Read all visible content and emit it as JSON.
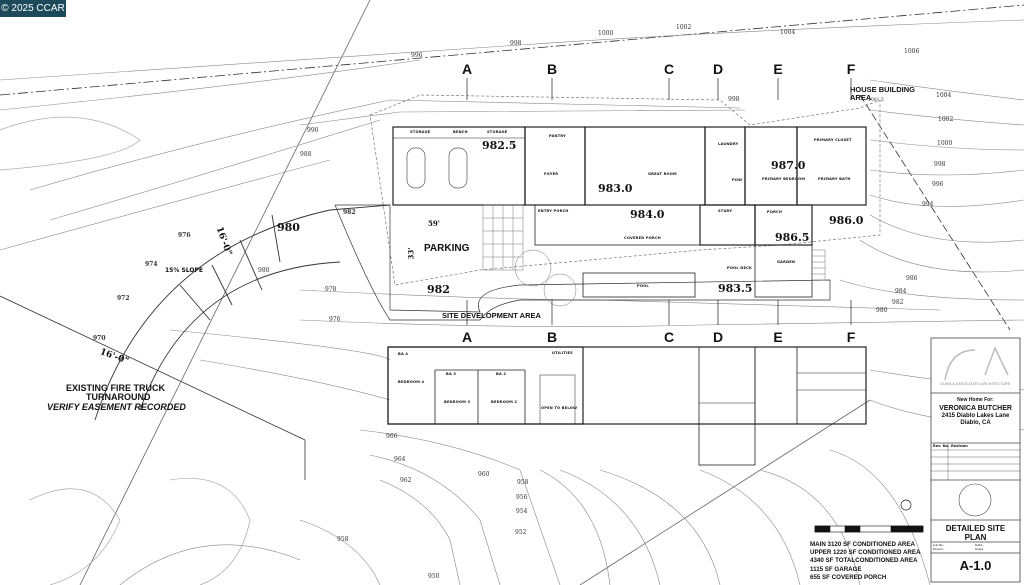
{
  "badge": "© 2025 CCAR",
  "grid_markers": [
    "A",
    "B",
    "C",
    "D",
    "E",
    "F"
  ],
  "site_labels": {
    "house_building_area_line1": "HOUSE BUILDING",
    "house_building_area_line2": "AREA",
    "site_development_area": "SITE DEVELOPMENT AREA",
    "parking": "PARKING",
    "parking_width": "59'",
    "parking_depth": "33'",
    "slope": "15% SLOPE",
    "width_upper": "16'-0\"",
    "width_lower": "16'-0\"",
    "fire_truck_line1": "EXISTING FIRE TRUCK",
    "fire_truck_line2": "TURNAROUND",
    "fire_truck_line3": "VERIFY EASEMENT RECORDED"
  },
  "elevations": {
    "garage": "982.5",
    "great_room": "983.0",
    "covered_porch": "984.0",
    "primary_bedroom": "987.0",
    "east_yard": "986.0",
    "porch": "986.5",
    "pool_deck": "983.5",
    "parking": "982",
    "driveway": "980",
    "top_right": "1001.5"
  },
  "main_floor_rooms": {
    "storage_1": "STORAGE",
    "bench": "BENCH",
    "storage_2": "STORAGE",
    "pantry": "PANTRY",
    "foyer": "FOYER",
    "great_room": "GREAT ROOM",
    "laundry": "LAUNDRY",
    "powder": "POW",
    "primary_closet": "PRIMARY CLOSET",
    "primary_bedroom": "PRIMARY BEDROOM",
    "primary_bath": "PRIMARY BATH",
    "entry_porch": "ENTRY PORCH",
    "covered_porch": "COVERED PORCH",
    "study": "STUDY",
    "porch": "PORCH",
    "pool_deck": "POOL DECK",
    "pool": "POOL",
    "garden": "GARDEN"
  },
  "upper_floor_rooms": {
    "ba4": "BA 4",
    "bedroom4": "BEDROOM 4",
    "ba3": "BA 3",
    "bedroom3": "BEDROOM 3",
    "ba2": "BA 2",
    "bedroom2": "BEDROOM 2",
    "utilities": "UTILITIES",
    "open_to_below": "OPEN TO BELOW"
  },
  "contour_labels": [
    "996",
    "998",
    "1000",
    "1002",
    "1004",
    "1006",
    "1004",
    "1002",
    "1000",
    "998",
    "996",
    "994",
    "990",
    "988",
    "986",
    "984",
    "982",
    "980",
    "978",
    "976",
    "974",
    "972",
    "970",
    "980",
    "978",
    "976",
    "982",
    "966",
    "964",
    "962",
    "960",
    "958",
    "956",
    "954",
    "952",
    "958",
    "950",
    "998"
  ],
  "title_block": {
    "firm": "GUNN & ASSOCIATES ARCHITECTURE",
    "new_home_for": "New Home For:",
    "client": "VERONICA BUTCHER",
    "address": "2415 Diablo Lakes Lane",
    "city": "Diablo, CA",
    "rev_no": "Rev. No.",
    "revision": "Revision",
    "sheet_title_line1": "DETAILED SITE",
    "sheet_title_line2": "PLAN",
    "job_no_label": "Job No.:",
    "drawn_label": "Drawn:",
    "date_label": "Date:",
    "scale_label": "Scale:",
    "sheet_number": "A-1.0"
  },
  "area_summary": [
    "MAIN 3120 SF CONDITIONED AREA",
    "UPPER 1220 SF CONDITIONED AREA",
    "4340 SF TOTALCONDITIONED AREA",
    "1115 SF GARAGE",
    "655 SF COVERED PORCH"
  ]
}
